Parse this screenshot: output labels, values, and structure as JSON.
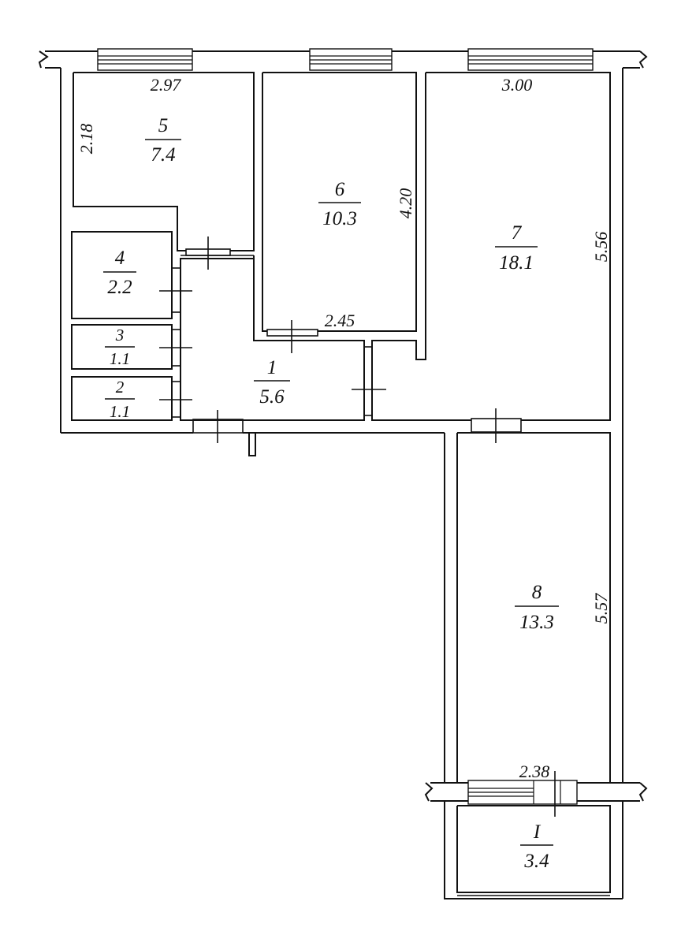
{
  "rooms": [
    {
      "id": "r5",
      "number": "5",
      "area": "7.4"
    },
    {
      "id": "r6",
      "number": "6",
      "area": "10.3"
    },
    {
      "id": "r7",
      "number": "7",
      "area": "18.1"
    },
    {
      "id": "r4",
      "number": "4",
      "area": "2.2"
    },
    {
      "id": "r3",
      "number": "3",
      "area": "1.1"
    },
    {
      "id": "r2",
      "number": "2",
      "area": "1.1"
    },
    {
      "id": "r1",
      "number": "1",
      "area": "5.6"
    },
    {
      "id": "r8",
      "number": "8",
      "area": "13.3"
    },
    {
      "id": "balcony",
      "number": "I",
      "area": "3.4"
    }
  ],
  "dimensions": {
    "r5_width": "2.97",
    "r5_depth": "2.18",
    "r6_depth": "4.20",
    "r6_width": "2.45",
    "r7_width": "3.00",
    "r7_depth": "5.56",
    "r8_depth": "5.57",
    "r8_width": "2.38"
  }
}
